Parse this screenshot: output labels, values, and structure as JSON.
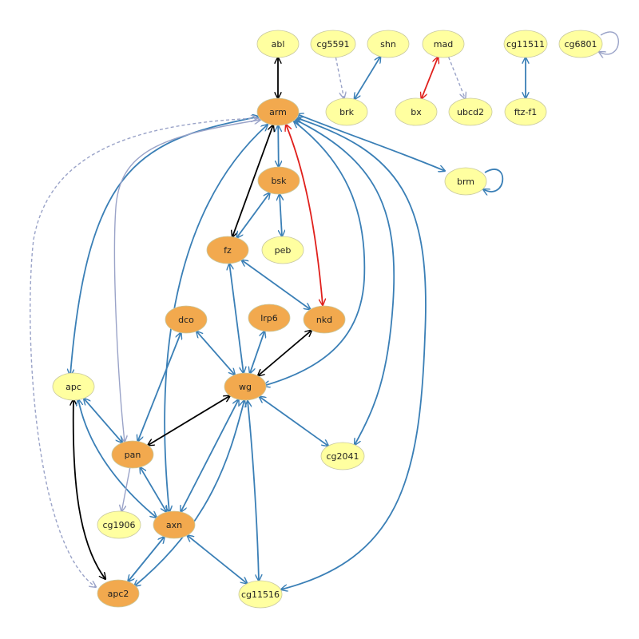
{
  "graph": {
    "colors": {
      "core_fill": "#f2a94e",
      "peripheral_fill": "#ffffa0",
      "node_stroke": "#c8c8a0",
      "blue": "#3a7fb6",
      "black": "#000000",
      "red": "#e0201c",
      "lavender": "#9aa3c8"
    },
    "nodes": [
      {
        "id": "abl",
        "label": "abl",
        "kind": "peripheral"
      },
      {
        "id": "cg5591",
        "label": "cg5591",
        "kind": "peripheral"
      },
      {
        "id": "shn",
        "label": "shn",
        "kind": "peripheral"
      },
      {
        "id": "mad",
        "label": "mad",
        "kind": "peripheral"
      },
      {
        "id": "cg11511",
        "label": "cg11511",
        "kind": "peripheral"
      },
      {
        "id": "cg6801",
        "label": "cg6801",
        "kind": "peripheral"
      },
      {
        "id": "brk",
        "label": "brk",
        "kind": "peripheral"
      },
      {
        "id": "bx",
        "label": "bx",
        "kind": "peripheral"
      },
      {
        "id": "ubcd2",
        "label": "ubcd2",
        "kind": "peripheral"
      },
      {
        "id": "ftzf1",
        "label": "ftz-f1",
        "kind": "peripheral"
      },
      {
        "id": "arm",
        "label": "arm",
        "kind": "core"
      },
      {
        "id": "brm",
        "label": "brm",
        "kind": "peripheral"
      },
      {
        "id": "bsk",
        "label": "bsk",
        "kind": "core"
      },
      {
        "id": "fz",
        "label": "fz",
        "kind": "core"
      },
      {
        "id": "peb",
        "label": "peb",
        "kind": "peripheral"
      },
      {
        "id": "dco",
        "label": "dco",
        "kind": "core"
      },
      {
        "id": "lrp6",
        "label": "lrp6",
        "kind": "core"
      },
      {
        "id": "nkd",
        "label": "nkd",
        "kind": "core"
      },
      {
        "id": "apc",
        "label": "apc",
        "kind": "peripheral"
      },
      {
        "id": "wg",
        "label": "wg",
        "kind": "core"
      },
      {
        "id": "pan",
        "label": "pan",
        "kind": "core"
      },
      {
        "id": "cg2041",
        "label": "cg2041",
        "kind": "peripheral"
      },
      {
        "id": "cg1906",
        "label": "cg1906",
        "kind": "peripheral"
      },
      {
        "id": "axn",
        "label": "axn",
        "kind": "core"
      },
      {
        "id": "apc2",
        "label": "apc2",
        "kind": "core"
      },
      {
        "id": "cg11516",
        "label": "cg11516",
        "kind": "peripheral"
      }
    ],
    "edges": [
      {
        "from": "abl",
        "to": "arm",
        "color": "black",
        "style": "solid",
        "dir": "both"
      },
      {
        "from": "cg5591",
        "to": "brk",
        "color": "lavender",
        "style": "dashed",
        "dir": "forward"
      },
      {
        "from": "shn",
        "to": "brk",
        "color": "blue",
        "style": "solid",
        "dir": "both"
      },
      {
        "from": "mad",
        "to": "bx",
        "color": "red",
        "style": "solid",
        "dir": "both"
      },
      {
        "from": "mad",
        "to": "ubcd2",
        "color": "lavender",
        "style": "dashed",
        "dir": "forward"
      },
      {
        "from": "cg11511",
        "to": "ftzf1",
        "color": "blue",
        "style": "solid",
        "dir": "both"
      },
      {
        "from": "cg6801",
        "to": "cg6801",
        "color": "lavender",
        "style": "solid",
        "dir": "self"
      },
      {
        "from": "arm",
        "to": "brm",
        "color": "blue",
        "style": "solid",
        "dir": "both"
      },
      {
        "from": "brm",
        "to": "brm",
        "color": "blue",
        "style": "solid",
        "dir": "self"
      },
      {
        "from": "arm",
        "to": "bsk",
        "color": "blue",
        "style": "solid",
        "dir": "both"
      },
      {
        "from": "arm",
        "to": "fz",
        "color": "black",
        "style": "solid",
        "dir": "both"
      },
      {
        "from": "arm",
        "to": "nkd",
        "color": "red",
        "style": "solid",
        "dir": "both"
      },
      {
        "from": "arm",
        "to": "apc",
        "color": "blue",
        "style": "solid",
        "dir": "both"
      },
      {
        "from": "arm",
        "to": "pan",
        "color": "lavender",
        "style": "solid",
        "dir": "both"
      },
      {
        "from": "arm",
        "to": "apc2",
        "color": "lavender",
        "style": "dashed",
        "dir": "both"
      },
      {
        "from": "arm",
        "to": "wg",
        "color": "blue",
        "style": "solid",
        "dir": "both"
      },
      {
        "from": "arm",
        "to": "cg2041",
        "color": "blue",
        "style": "solid",
        "dir": "both"
      },
      {
        "from": "arm",
        "to": "cg11516",
        "color": "blue",
        "style": "solid",
        "dir": "both"
      },
      {
        "from": "arm",
        "to": "axn",
        "color": "blue",
        "style": "solid",
        "dir": "both"
      },
      {
        "from": "bsk",
        "to": "fz",
        "color": "blue",
        "style": "solid",
        "dir": "both"
      },
      {
        "from": "bsk",
        "to": "peb",
        "color": "blue",
        "style": "solid",
        "dir": "both"
      },
      {
        "from": "fz",
        "to": "nkd",
        "color": "blue",
        "style": "solid",
        "dir": "both"
      },
      {
        "from": "fz",
        "to": "wg",
        "color": "blue",
        "style": "solid",
        "dir": "both"
      },
      {
        "from": "dco",
        "to": "wg",
        "color": "blue",
        "style": "solid",
        "dir": "both"
      },
      {
        "from": "dco",
        "to": "pan",
        "color": "blue",
        "style": "solid",
        "dir": "both"
      },
      {
        "from": "lrp6",
        "to": "wg",
        "color": "blue",
        "style": "solid",
        "dir": "both"
      },
      {
        "from": "nkd",
        "to": "wg",
        "color": "black",
        "style": "solid",
        "dir": "both"
      },
      {
        "from": "wg",
        "to": "pan",
        "color": "black",
        "style": "solid",
        "dir": "both"
      },
      {
        "from": "wg",
        "to": "cg2041",
        "color": "blue",
        "style": "solid",
        "dir": "both"
      },
      {
        "from": "wg",
        "to": "axn",
        "color": "blue",
        "style": "solid",
        "dir": "both"
      },
      {
        "from": "wg",
        "to": "apc2",
        "color": "blue",
        "style": "solid",
        "dir": "both"
      },
      {
        "from": "wg",
        "to": "cg11516",
        "color": "blue",
        "style": "solid",
        "dir": "both"
      },
      {
        "from": "apc",
        "to": "pan",
        "color": "blue",
        "style": "solid",
        "dir": "both"
      },
      {
        "from": "apc",
        "to": "apc2",
        "color": "black",
        "style": "solid",
        "dir": "both"
      },
      {
        "from": "apc",
        "to": "axn",
        "color": "blue",
        "style": "solid",
        "dir": "both"
      },
      {
        "from": "pan",
        "to": "axn",
        "color": "blue",
        "style": "solid",
        "dir": "both"
      },
      {
        "from": "pan",
        "to": "cg1906",
        "color": "lavender",
        "style": "solid",
        "dir": "forward"
      },
      {
        "from": "axn",
        "to": "apc2",
        "color": "blue",
        "style": "solid",
        "dir": "both"
      },
      {
        "from": "axn",
        "to": "cg11516",
        "color": "blue",
        "style": "solid",
        "dir": "both"
      }
    ]
  }
}
